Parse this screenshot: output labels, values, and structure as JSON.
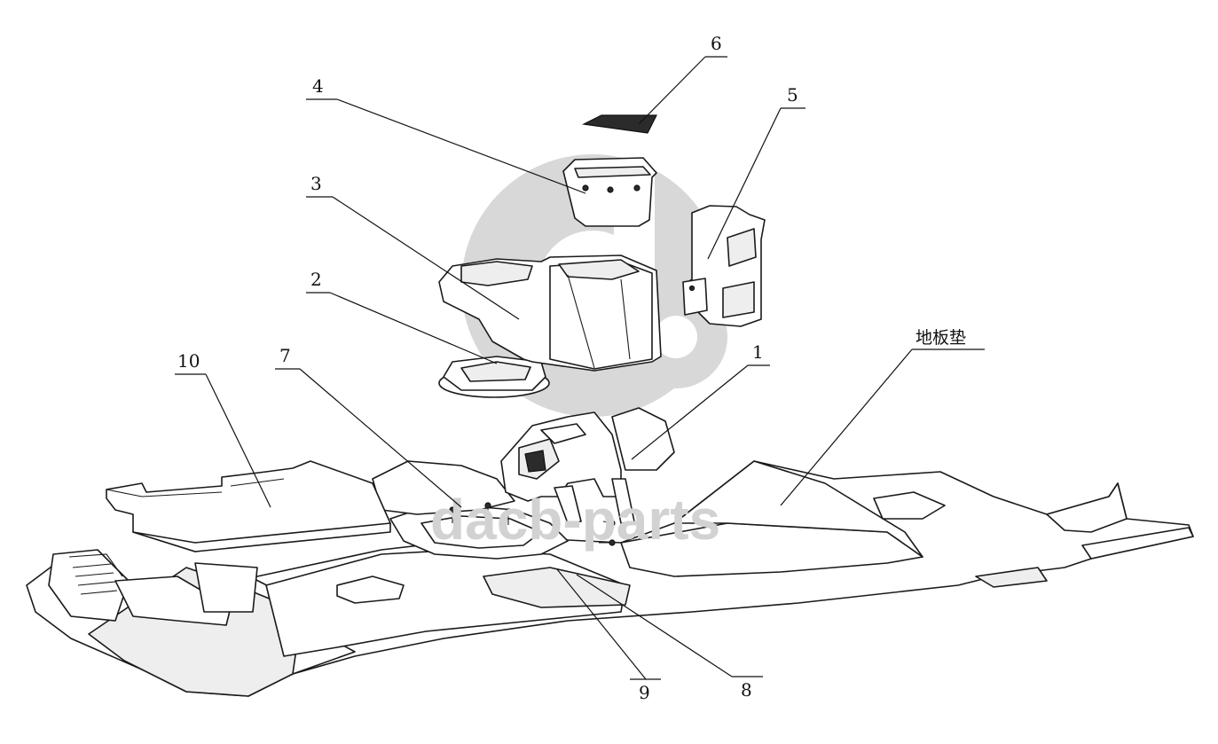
{
  "watermark": {
    "text": "dacb-parts",
    "color": "#d0d0d0"
  },
  "callouts": [
    {
      "id": "c1",
      "label": "1"
    },
    {
      "id": "c2",
      "label": "2"
    },
    {
      "id": "c3",
      "label": "3"
    },
    {
      "id": "c4",
      "label": "4"
    },
    {
      "id": "c5",
      "label": "5"
    },
    {
      "id": "c6",
      "label": "6"
    },
    {
      "id": "c7",
      "label": "7"
    },
    {
      "id": "c8",
      "label": "8"
    },
    {
      "id": "c9",
      "label": "9"
    },
    {
      "id": "c10",
      "label": "10"
    },
    {
      "id": "cmat",
      "label": "地板垫"
    }
  ],
  "colors": {
    "line": "#1a1a1a",
    "background": "#ffffff",
    "watermark": "#d0d0d0"
  }
}
